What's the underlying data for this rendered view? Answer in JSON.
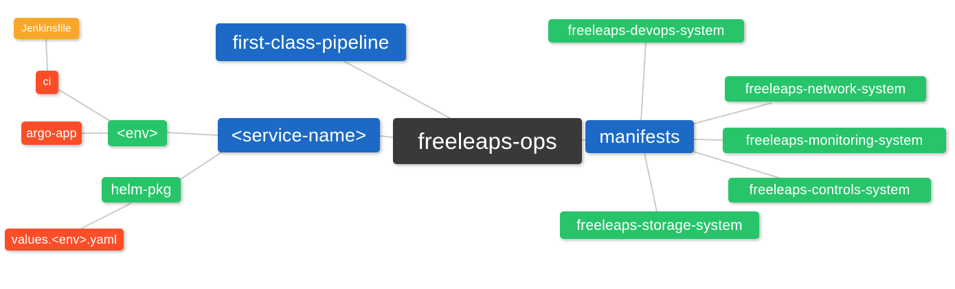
{
  "diagram": {
    "type": "mindmap",
    "background": "#ffffff",
    "colors": {
      "root": "#3B3937",
      "primary": "#1C6AC5",
      "success": "#28C46A",
      "danger": "#FB4E28",
      "warning": "#F9A72B",
      "edge": "#CBCBCB"
    },
    "nodes": {
      "root": {
        "label": "freeleaps-ops"
      },
      "first_class_pipeline": {
        "label": "first-class-pipeline"
      },
      "service_name": {
        "label": "<service-name>"
      },
      "manifests": {
        "label": "manifests"
      },
      "env": {
        "label": "<env>"
      },
      "helm_pkg": {
        "label": "helm-pkg"
      },
      "argo_app": {
        "label": "argo-app"
      },
      "ci": {
        "label": "ci"
      },
      "jenkinsfile": {
        "label": "Jenkinsfile"
      },
      "values_env_yaml": {
        "label": "values.<env>.yaml"
      },
      "devops_system": {
        "label": "freeleaps-devops-system"
      },
      "network_system": {
        "label": "freeleaps-network-system"
      },
      "monitoring_system": {
        "label": "freeleaps-monitoring-system"
      },
      "controls_system": {
        "label": "freeleaps-controls-system"
      },
      "storage_system": {
        "label": "freeleaps-storage-system"
      }
    },
    "edges": [
      {
        "from": "jenkinsfile",
        "to": "ci"
      },
      {
        "from": "ci",
        "to": "env"
      },
      {
        "from": "argo_app",
        "to": "env"
      },
      {
        "from": "env",
        "to": "service_name"
      },
      {
        "from": "helm_pkg",
        "to": "service_name"
      },
      {
        "from": "values_env_yaml",
        "to": "helm_pkg"
      },
      {
        "from": "first_class_pipeline",
        "to": "root"
      },
      {
        "from": "service_name",
        "to": "root"
      },
      {
        "from": "root",
        "to": "manifests"
      },
      {
        "from": "devops_system",
        "to": "manifests"
      },
      {
        "from": "manifests",
        "to": "network_system"
      },
      {
        "from": "manifests",
        "to": "monitoring_system"
      },
      {
        "from": "manifests",
        "to": "controls_system"
      },
      {
        "from": "manifests",
        "to": "storage_system"
      }
    ]
  }
}
